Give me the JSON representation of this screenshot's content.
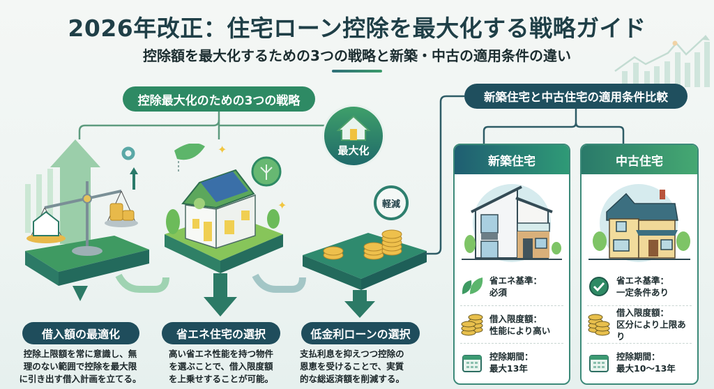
{
  "header": {
    "title": "2026年改正：住宅ローン控除を最大化する戦略ガイド",
    "subtitle": "控除額を最大化するための3つの戦略と新築・中古の適用条件の違い"
  },
  "strategies": {
    "section_label": "控除最大化のための3つの戦略",
    "badges": {
      "maximize": "最大化",
      "reduce": "軽減"
    },
    "items": [
      {
        "label": "借入額の最適化",
        "description_lines": [
          "控除上限額を常に意識し、無",
          "理のない範囲で控除を最大限",
          "に引き出す借入計画を立てる。"
        ],
        "illustration": "scale-house-vs-coins"
      },
      {
        "label": "省エネ住宅の選択",
        "description_lines": [
          "高い省エネ性能を持つ物件",
          "を選ぶことで、借入限度額",
          "を上乗せすることが可能。"
        ],
        "illustration": "solar-house"
      },
      {
        "label": "低金利ローンの選択",
        "description_lines": [
          "支払利息を抑えつつ控除の",
          "恩恵を受けることで、実質",
          "的な総返済額を削減する。"
        ],
        "illustration": "coin-stacks"
      }
    ]
  },
  "comparison": {
    "section_label": "新築住宅と中古住宅の適用条件比較",
    "cards": [
      {
        "title": "新築住宅",
        "illustration": "modern-house",
        "rows": [
          {
            "icon": "leaf-icon",
            "label": "省エネ基準：",
            "value": "必須"
          },
          {
            "icon": "coins-icon",
            "label": "借入限度額：",
            "value": "性能により高い"
          },
          {
            "icon": "calendar-icon",
            "label": "控除期間：",
            "value": "最大13年"
          }
        ]
      },
      {
        "title": "中古住宅",
        "illustration": "traditional-house",
        "rows": [
          {
            "icon": "check-icon",
            "label": "省エネ基準：",
            "value": "一定条件あり"
          },
          {
            "icon": "coins-icon",
            "label": "借入限度額：",
            "value": "区分により上限あり"
          },
          {
            "icon": "calendar-icon",
            "label": "控除期間：",
            "value": "最大10〜13年"
          }
        ]
      }
    ]
  },
  "colors": {
    "primary_green": "#2e8a64",
    "dark_teal": "#1f4d5c",
    "title_text": "#1f3f47",
    "coin_gold": "#e8b94a"
  }
}
